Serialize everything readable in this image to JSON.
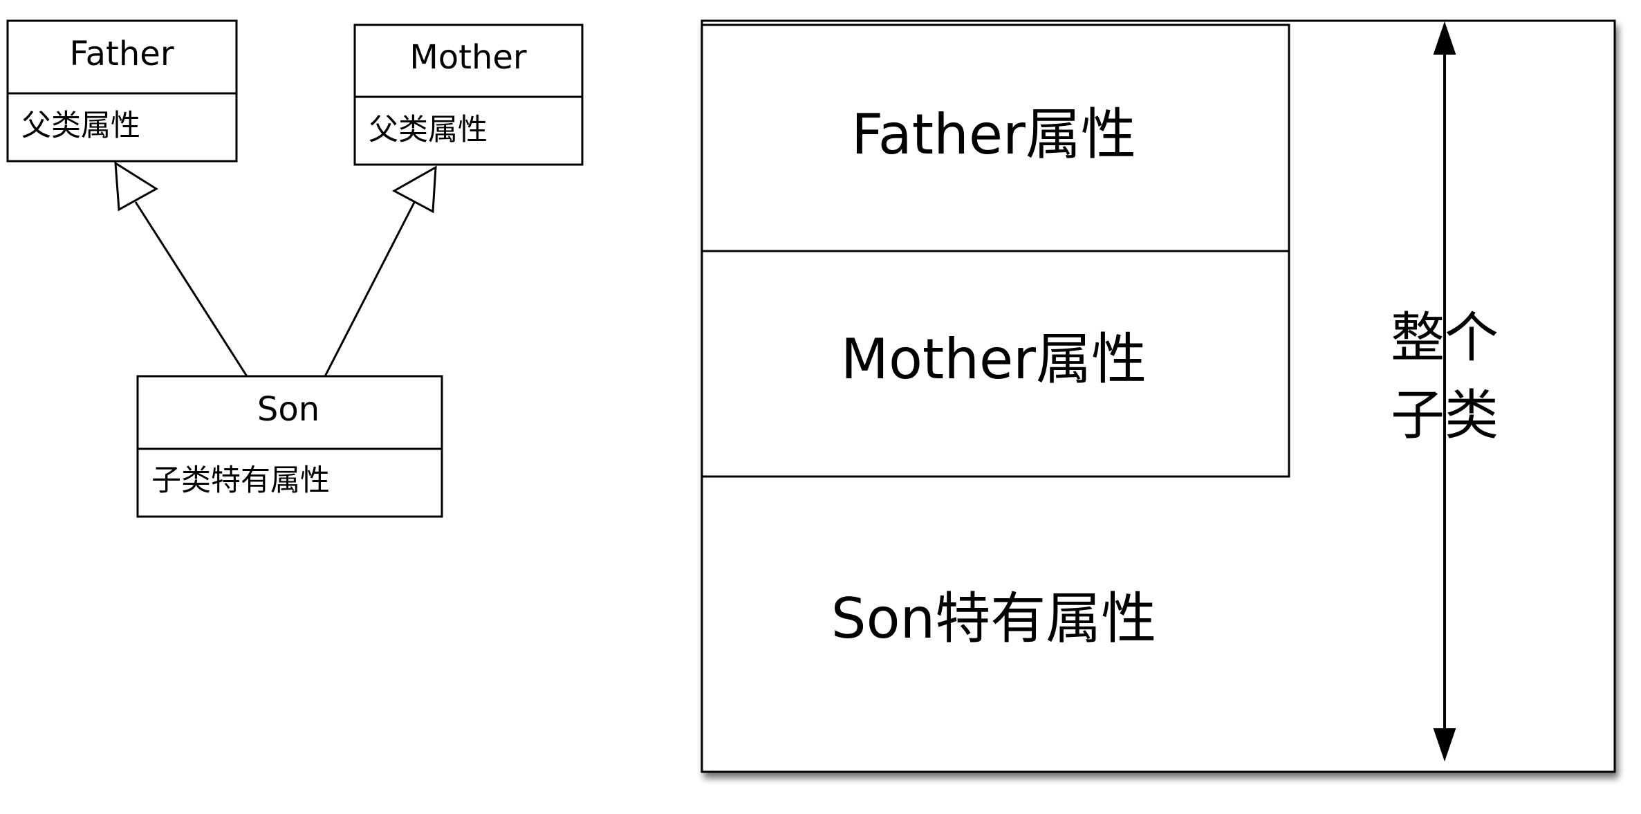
{
  "uml": {
    "father": {
      "name": "Father",
      "attr": "父类属性"
    },
    "mother": {
      "name": "Mother",
      "attr": "父类属性"
    },
    "son": {
      "name": "Son",
      "attr": "子类特有属性"
    }
  },
  "memory_layout": {
    "father_block": "Father属性",
    "mother_block": "Mother属性",
    "son_block": "Son特有属性",
    "whole_label_line1": "整个",
    "whole_label_line2": "子类"
  }
}
